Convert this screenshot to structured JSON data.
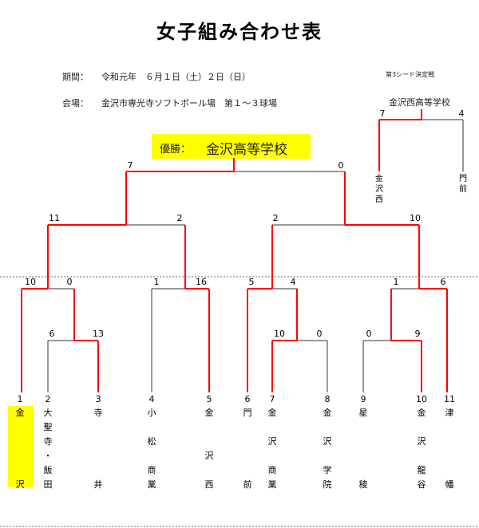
{
  "title": "女子組み合わせ表",
  "period_label": "期間：",
  "period": "令和元年　６月１日（土）２日（日）",
  "venue_label": "会場：",
  "venue": "金沢市専光寺ソフトボール場　第１～３球場",
  "third": {
    "heading": "第3シード決定戦",
    "winner": "金沢西高等学校",
    "scores": [
      "7",
      "4"
    ],
    "teams": [
      "金沢西",
      "門前"
    ]
  },
  "champion": {
    "label": "優勝：",
    "name": "金沢高等学校"
  },
  "highlight": "#ffff00",
  "win_color": "#ff0000",
  "teams": [
    {
      "no": "1",
      "name": [
        "金",
        "",
        "",
        "",
        "",
        "沢"
      ]
    },
    {
      "no": "2",
      "name": [
        "大",
        "聖",
        "寺",
        "・",
        "飯",
        "田"
      ]
    },
    {
      "no": "3",
      "name": [
        "寺",
        "",
        "",
        "",
        "",
        "井"
      ]
    },
    {
      "no": "4",
      "name": [
        "小",
        "",
        "松",
        "",
        "商",
        "業"
      ]
    },
    {
      "no": "5",
      "name": [
        "金",
        "",
        "",
        "沢",
        "",
        "西"
      ]
    },
    {
      "no": "6",
      "name": [
        "門",
        "",
        "",
        "",
        "",
        "前"
      ]
    },
    {
      "no": "7",
      "name": [
        "金",
        "",
        "沢",
        "",
        "商",
        "業"
      ]
    },
    {
      "no": "8",
      "name": [
        "金",
        "",
        "沢",
        "",
        "学",
        "院"
      ]
    },
    {
      "no": "9",
      "name": [
        "星",
        "",
        "",
        "",
        "",
        "稜"
      ]
    },
    {
      "no": "10",
      "name": [
        "金",
        "",
        "沢",
        "",
        "龍",
        "谷"
      ]
    },
    {
      "no": "11",
      "name": [
        "津",
        "",
        "",
        "",
        "",
        "幡"
      ]
    }
  ],
  "scores": {
    "r1": [
      [
        "6",
        "13"
      ],
      [
        "10",
        "0"
      ],
      [
        "0",
        "9"
      ]
    ],
    "r2": [
      [
        "10",
        "0"
      ],
      [
        "1",
        "16"
      ],
      [
        "5",
        "4"
      ],
      [
        "1",
        "6"
      ]
    ],
    "r3": [
      [
        "11",
        "2"
      ],
      [
        "2",
        "10"
      ]
    ],
    "final": [
      "7",
      "0"
    ]
  }
}
